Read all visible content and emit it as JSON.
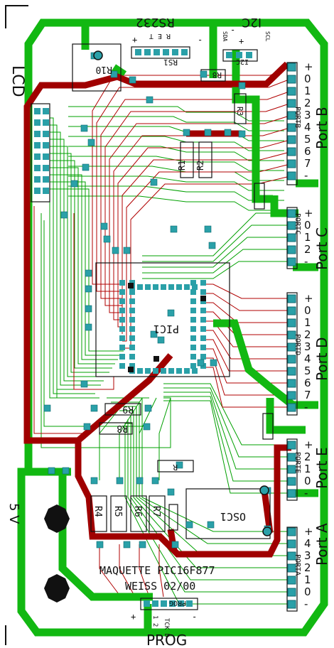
{
  "board": {
    "colors": {
      "green": "#12b812",
      "red": "#a00000",
      "thin_green": "#00a000",
      "thin_red": "#b00000",
      "pad": "#2aa0a8",
      "black": "#111111"
    },
    "labels": {
      "lcd": "LCD",
      "rs232": "RS232",
      "i2c": "I2C",
      "port_b": "Port B",
      "port_c": "Port C",
      "port_d": "Port D",
      "port_e": "Port E",
      "port_a": "Port A",
      "prog": "PROG",
      "title_line1": "MAQUETTE PIC16F877",
      "title_line2": "WEISS 02/00",
      "osc": "OSC1",
      "pic": "PIC1",
      "r10": "R10",
      "r8": "R8",
      "r9": "R9",
      "r4": "R4",
      "r5": "R5",
      "r6": "R6",
      "r7": "R7",
      "r1": "R1",
      "r2": "R2",
      "r3": "R3",
      "rs1": "RS1",
      "porta": "PORTA",
      "portb": "PORTB",
      "portc": "PORTC",
      "portd": "PORTD",
      "porte": "PORTE",
      "prog_conn": "PROG",
      "r_cap": "R",
      "sda": "SDA",
      "scl": "SCL",
      "i2c_small": "I2C",
      "five_v": "5 V",
      "plus": "+",
      "minus": "-",
      "rs_letters": "R E T",
      "prog_sublabel": "1 2",
      "prog_letters": "TCK D"
    },
    "port_b_pins": [
      "+",
      "0",
      "1",
      "2",
      "3",
      "4",
      "5",
      "6",
      "7",
      "-"
    ],
    "port_c_pins": [
      "+",
      "0",
      "1",
      "2",
      "-"
    ],
    "port_d_pins": [
      "+",
      "0",
      "1",
      "2",
      "3",
      "4",
      "5",
      "6",
      "7",
      "-"
    ],
    "port_e_pins": [
      "+",
      "2",
      "1",
      "0",
      "-"
    ],
    "port_a_pins": [
      "+",
      "4",
      "3",
      "2",
      "1",
      "0",
      "-"
    ]
  }
}
